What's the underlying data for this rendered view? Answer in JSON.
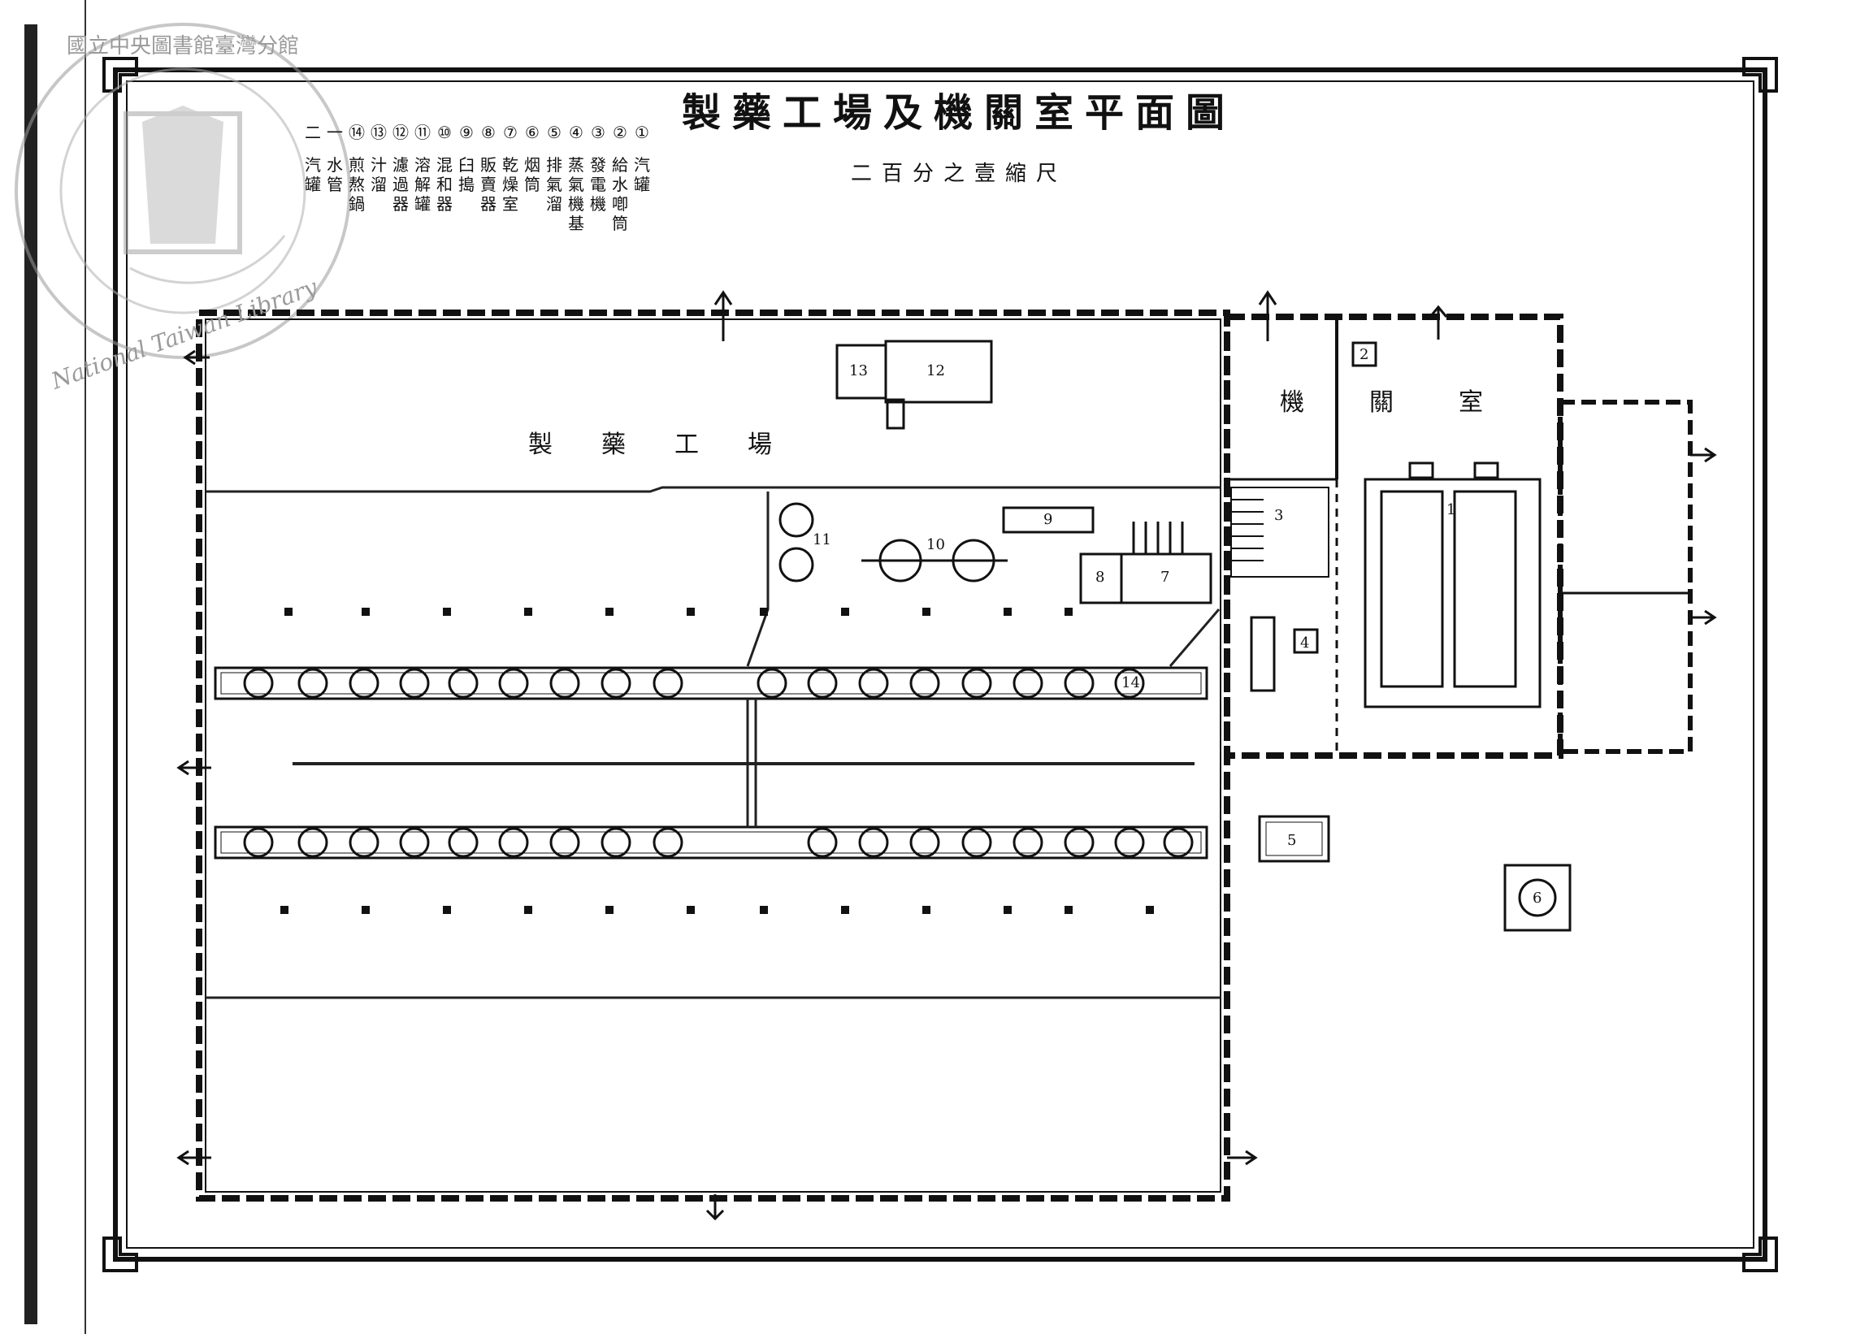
{
  "title": "製藥工場及機關室平面圖",
  "scale": "二百分之壹縮尺",
  "legend": [
    {
      "num": "①",
      "text": "汽罐"
    },
    {
      "num": "②",
      "text": "給水喞筒"
    },
    {
      "num": "③",
      "text": "發電機"
    },
    {
      "num": "④",
      "text": "蒸氣機基"
    },
    {
      "num": "⑤",
      "text": "排氣溜"
    },
    {
      "num": "⑥",
      "text": "烟筒"
    },
    {
      "num": "⑦",
      "text": "乾燥室"
    },
    {
      "num": "⑧",
      "text": "販賣器"
    },
    {
      "num": "⑨",
      "text": "臼搗"
    },
    {
      "num": "⑩",
      "text": "混和器"
    },
    {
      "num": "⑪",
      "text": "溶解罐"
    },
    {
      "num": "⑫",
      "text": "濾過器"
    },
    {
      "num": "⑬",
      "text": "汁溜"
    },
    {
      "num": "⑭",
      "text": "煎熬鍋"
    },
    {
      "num": "一",
      "text": "水管"
    },
    {
      "num": "二",
      "text": "汽罐"
    }
  ],
  "rooms": {
    "factory": "製藥工場",
    "engine_room": "機關室"
  },
  "markers": [
    "1",
    "2",
    "3",
    "4",
    "5",
    "6",
    "7",
    "8",
    "9",
    "10",
    "11",
    "12",
    "13",
    "14"
  ],
  "stamp": {
    "top": "國立中央圖書館臺灣分館",
    "bottom": "National Taiwan Library"
  }
}
